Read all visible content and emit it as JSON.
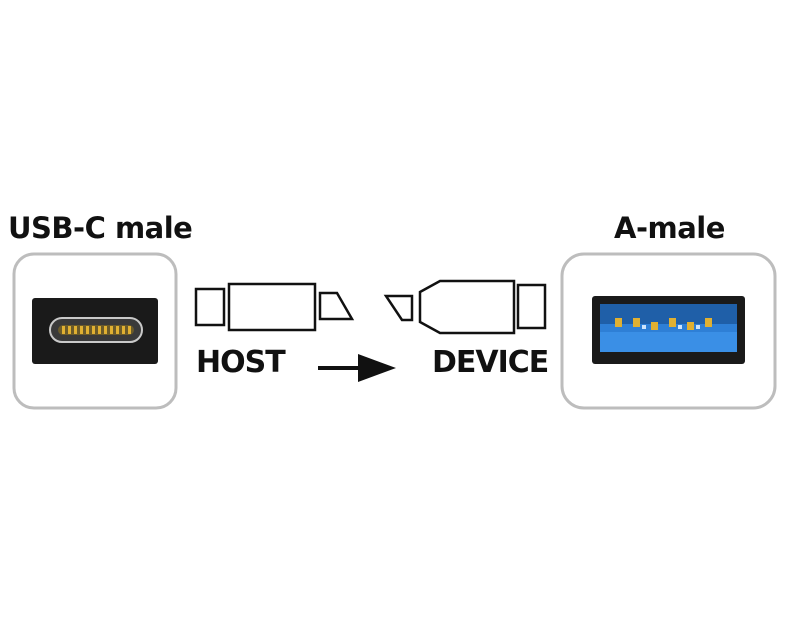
{
  "labels": {
    "left_connector": "USB-C male",
    "right_connector": "A-male",
    "host": "HOST",
    "device": "DEVICE"
  },
  "colors": {
    "frame_border": "#bdbdbd",
    "port_body": "#1a1a1a",
    "usbc_contacts": "#c9a227",
    "usba_blue": "#2e7fd6",
    "usba_blue_dark": "#1f5fa8",
    "contact_gold": "#e0b032",
    "arrow": "#111111"
  },
  "icons": {
    "left": "usb-c-port-icon",
    "right": "usb-a-port-icon",
    "host_plug": "usb-c-plug-outline-icon",
    "device_plug": "usb-a-plug-outline-icon",
    "direction": "arrow-right-icon"
  }
}
